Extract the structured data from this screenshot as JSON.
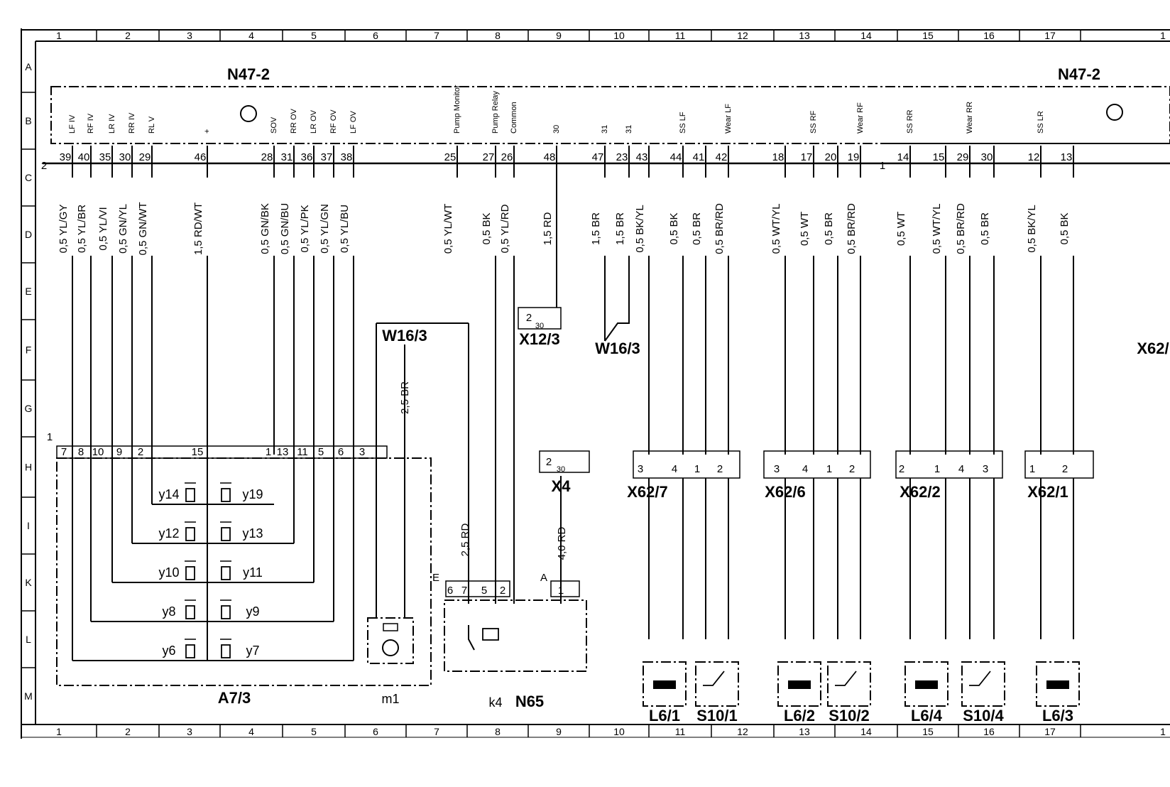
{
  "frame": {
    "columns": [
      "1",
      "2",
      "3",
      "4",
      "5",
      "6",
      "7",
      "8",
      "9",
      "10",
      "11",
      "12",
      "13",
      "14",
      "15",
      "16",
      "17",
      "1"
    ],
    "rows": [
      "A",
      "B",
      "C",
      "D",
      "E",
      "F",
      "G",
      "H",
      "I",
      "K",
      "L",
      "M"
    ]
  },
  "labels": {
    "n47_left": "N47-2",
    "n47_right": "N47-2",
    "a7_3": "A7/3",
    "m1": "m1",
    "k4": "k4",
    "n65": "N65",
    "w16_3_a": "W16/3",
    "w16_3_b": "W16/3",
    "x12_3": "X12/3",
    "x4": "X4",
    "x62_7": "X62/7",
    "x62_6": "X62/6",
    "x62_2": "X62/2",
    "x62_1": "X62/1",
    "x62_cut": "X62/",
    "l6_1": "L6/1",
    "s10_1": "S10/1",
    "l6_2": "L6/2",
    "s10_2": "S10/2",
    "l6_4": "L6/4",
    "s10_4": "S10/4",
    "l6_3": "L6/3",
    "conn_num_left": "2",
    "conn_num_right": "1",
    "a7_pin1": "1",
    "e_mark": "E",
    "a_mark": "A",
    "w16_25br": "2,5 BR",
    "k4_25rd": "2,5 RD",
    "x4_40rd": "4,0 RD"
  },
  "valves": [
    "y14",
    "y19",
    "y12",
    "y13",
    "y10",
    "y11",
    "y8",
    "y9",
    "y6",
    "y7"
  ],
  "n47_pins": [
    {
      "num": "39",
      "sig": "LF IV",
      "wire": "0,5 YL/GY"
    },
    {
      "num": "40",
      "sig": "RF IV",
      "wire": "0,5 YL/BR"
    },
    {
      "num": "35",
      "sig": "LR IV",
      "wire": "0,5 YL/VI"
    },
    {
      "num": "30",
      "sig": "RR IV",
      "wire": "0,5 GN/YL"
    },
    {
      "num": "29",
      "sig": "RL V",
      "wire": "0,5 GN/WT"
    },
    {
      "num": "46",
      "sig": "+",
      "wire": "1,5 RD/WT"
    },
    {
      "num": "28",
      "sig": "SOV",
      "wire": "0,5 GN/BK"
    },
    {
      "num": "31",
      "sig": "RR OV",
      "wire": "0,5 GN/BU"
    },
    {
      "num": "36",
      "sig": "LR OV",
      "wire": "0,5 YL/PK"
    },
    {
      "num": "37",
      "sig": "RF OV",
      "wire": "0,5 YL/GN"
    },
    {
      "num": "38",
      "sig": "LF OV",
      "wire": "0,5 YL/BU"
    },
    {
      "num": "25",
      "sig": "Pump Monitor",
      "wire": "0,5 YL/WT"
    },
    {
      "num": "27",
      "sig": "Pump Relay",
      "wire": "0,5 BK"
    },
    {
      "num": "26",
      "sig": "Common",
      "wire": "0,5 YL/RD"
    },
    {
      "num": "48",
      "sig": "30",
      "wire": "1,5 RD"
    },
    {
      "num": "47",
      "sig": "31",
      "wire": "1,5 BR"
    },
    {
      "num": "23",
      "sig": "31",
      "wire": "1,5 BR"
    },
    {
      "num": "43",
      "sig": "",
      "wire": "0,5 BK/YL"
    },
    {
      "num": "44",
      "sig": "SS LF",
      "wire": "0,5 BK"
    },
    {
      "num": "41",
      "sig": "",
      "wire": "0,5 BR"
    },
    {
      "num": "42",
      "sig": "Wear LF",
      "wire": "0,5 BR/RD"
    },
    {
      "num": "18",
      "sig": "",
      "wire": "0,5 WT/YL"
    },
    {
      "num": "17",
      "sig": "SS RF",
      "wire": "0,5 WT"
    },
    {
      "num": "20",
      "sig": "",
      "wire": "0,5 BR"
    },
    {
      "num": "19",
      "sig": "Wear RF",
      "wire": "0,5 BR/RD"
    },
    {
      "num": "14",
      "sig": "SS RR",
      "wire": "0,5 WT"
    },
    {
      "num": "15",
      "sig": "",
      "wire": "0,5 WT/YL"
    },
    {
      "num": "29",
      "sig": "Wear RR",
      "wire": "0,5 BR/RD"
    },
    {
      "num": "30",
      "sig": "",
      "wire": "0,5 BR"
    },
    {
      "num": "12",
      "sig": "SS LR",
      "wire": "0,5 BK/YL"
    },
    {
      "num": "13",
      "sig": "",
      "wire": "0,5 BK"
    }
  ],
  "a7_pins": [
    "7",
    "8",
    "10",
    "9",
    "2",
    "15",
    "1",
    "13",
    "11",
    "5",
    "6",
    "3"
  ],
  "k4_pins": [
    "6",
    "7",
    "5",
    "2"
  ],
  "x4_pins": [
    "1"
  ],
  "x4_term": [
    "2",
    "30"
  ],
  "x12_term": [
    "2",
    "30"
  ],
  "x62_pins": {
    "x62_7": [
      "3",
      "4",
      "1",
      "2"
    ],
    "x62_6": [
      "3",
      "4",
      "1",
      "2"
    ],
    "x62_2": [
      "2",
      "1",
      "4",
      "3"
    ],
    "x62_1": [
      "1",
      "2"
    ]
  }
}
